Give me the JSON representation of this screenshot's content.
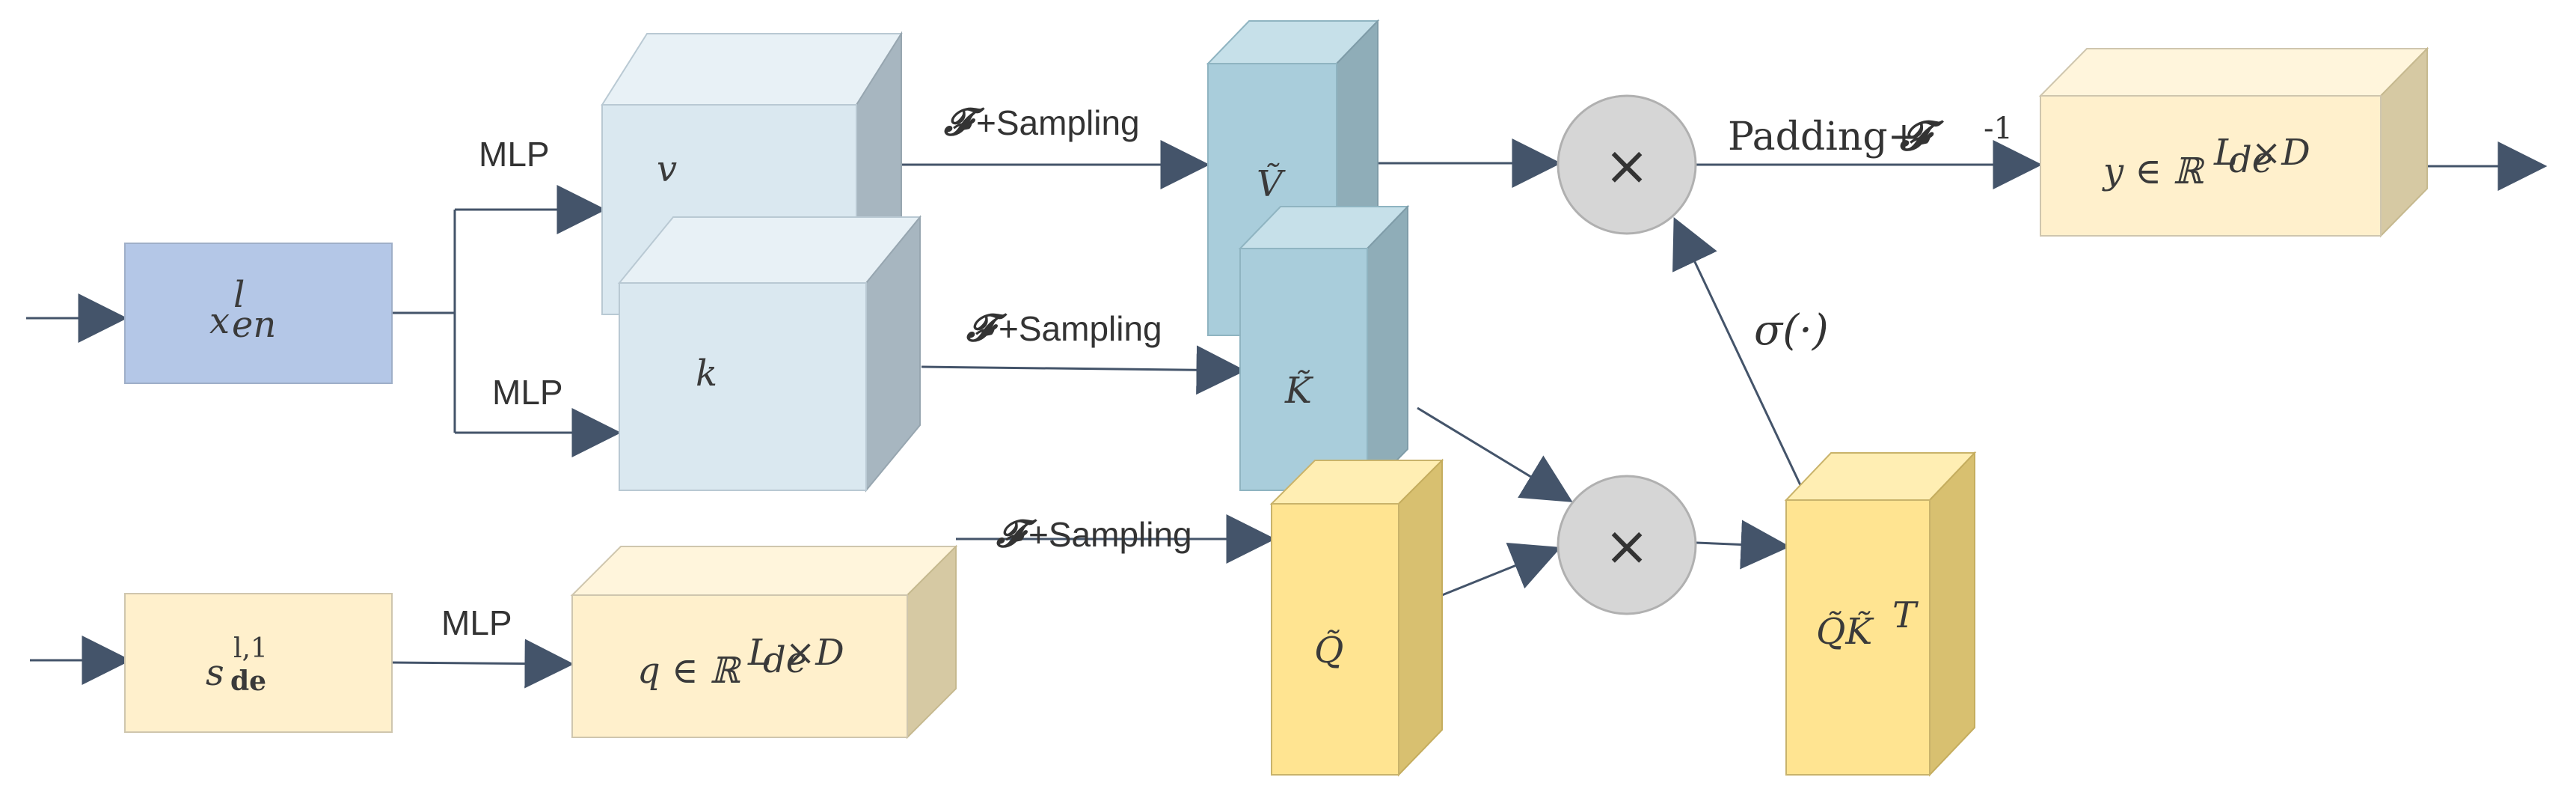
{
  "inputs": {
    "x_en": {
      "base": "x",
      "sup": "l",
      "sub": "en"
    },
    "s_de": {
      "base": "s",
      "sup": "l,1",
      "sub": "de"
    }
  },
  "edges": {
    "mlp_v": "MLP",
    "mlp_k": "MLP",
    "mlp_q": "MLP",
    "fs_v": {
      "sym": "𝓕",
      "text": " +Sampling"
    },
    "fs_k": {
      "sym": "𝓕",
      "text": " +Sampling"
    },
    "fs_q": {
      "sym": "𝓕",
      "text": " +Sampling"
    },
    "padding": {
      "text": "Padding+",
      "sym": "𝓕",
      "sup": "-1"
    },
    "sigma": "σ(·)"
  },
  "blocks": {
    "v": "v",
    "k": "k",
    "q": {
      "base": "q ∈ ℝ",
      "sup": "L",
      "supsub": "de",
      "tail": "×D"
    },
    "V_tilde": "Ṽ",
    "K_tilde": "K̃",
    "Q_tilde": "Q̃",
    "QK": {
      "base": "Q̃K̃",
      "sup": "T"
    },
    "y": {
      "base": "y ∈ ℝ",
      "sup": "L",
      "supsub": "de",
      "tail": "×D"
    }
  },
  "operators": {
    "mult": "×"
  },
  "colors": {
    "blue_input": "#b4c7e7",
    "light_blue_front": "#dae8f0",
    "teal_front": "#a9cddb",
    "yellow_light_front": "#fff0cc",
    "yellow_front": "#ffe491",
    "circle": "#d6d6d6",
    "arrow": "#44546a"
  }
}
